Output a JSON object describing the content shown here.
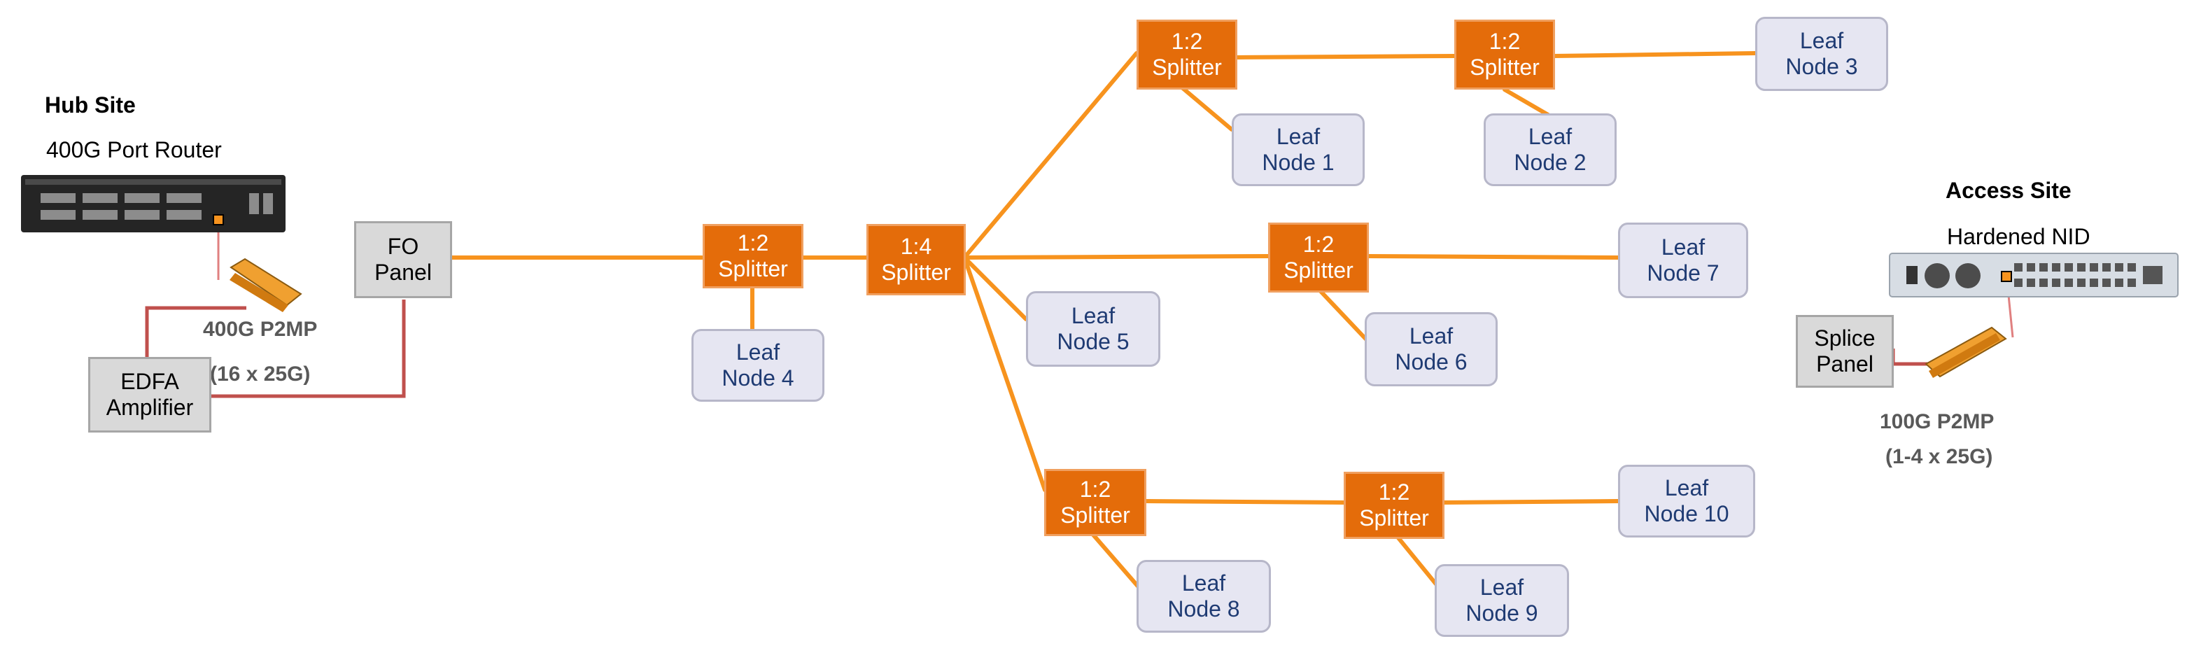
{
  "colors": {
    "fiber": "#f7931e",
    "patch": "#c0504d",
    "splitter": "#e46c0a",
    "leaf_fill": "#e6e6f2",
    "leaf_text": "#1f3b73",
    "panel_fill": "#d9d9d9"
  },
  "hub": {
    "title": "Hub Site",
    "router_label": "400G Port Router",
    "optic_line1": "400G P2MP",
    "optic_line2": "(16 x 25G)"
  },
  "access": {
    "title": "Access Site",
    "nid_label": "Hardened NID",
    "optic_line1": "100G P2MP",
    "optic_line2": "(1-4 x 25G)"
  },
  "panels": {
    "fo": [
      "FO",
      "Panel"
    ],
    "edfa": [
      "EDFA",
      "Amplifier"
    ],
    "splice": [
      "Splice",
      "Panel"
    ]
  },
  "splitters": {
    "s4": [
      "1:2",
      "Splitter"
    ],
    "c": [
      "1:4",
      "Splitter"
    ],
    "s1": [
      "1:2",
      "Splitter"
    ],
    "s2": [
      "1:2",
      "Splitter"
    ],
    "s6": [
      "1:2",
      "Splitter"
    ],
    "s8": [
      "1:2",
      "Splitter"
    ],
    "s9": [
      "1:2",
      "Splitter"
    ]
  },
  "leaves": {
    "n1": [
      "Leaf",
      "Node 1"
    ],
    "n2": [
      "Leaf",
      "Node 2"
    ],
    "n3": [
      "Leaf",
      "Node 3"
    ],
    "n4": [
      "Leaf",
      "Node 4"
    ],
    "n5": [
      "Leaf",
      "Node 5"
    ],
    "n6": [
      "Leaf",
      "Node 6"
    ],
    "n7": [
      "Leaf",
      "Node 7"
    ],
    "n8": [
      "Leaf",
      "Node 8"
    ],
    "n9": [
      "Leaf",
      "Node 9"
    ],
    "n10": [
      "Leaf",
      "Node 10"
    ]
  }
}
